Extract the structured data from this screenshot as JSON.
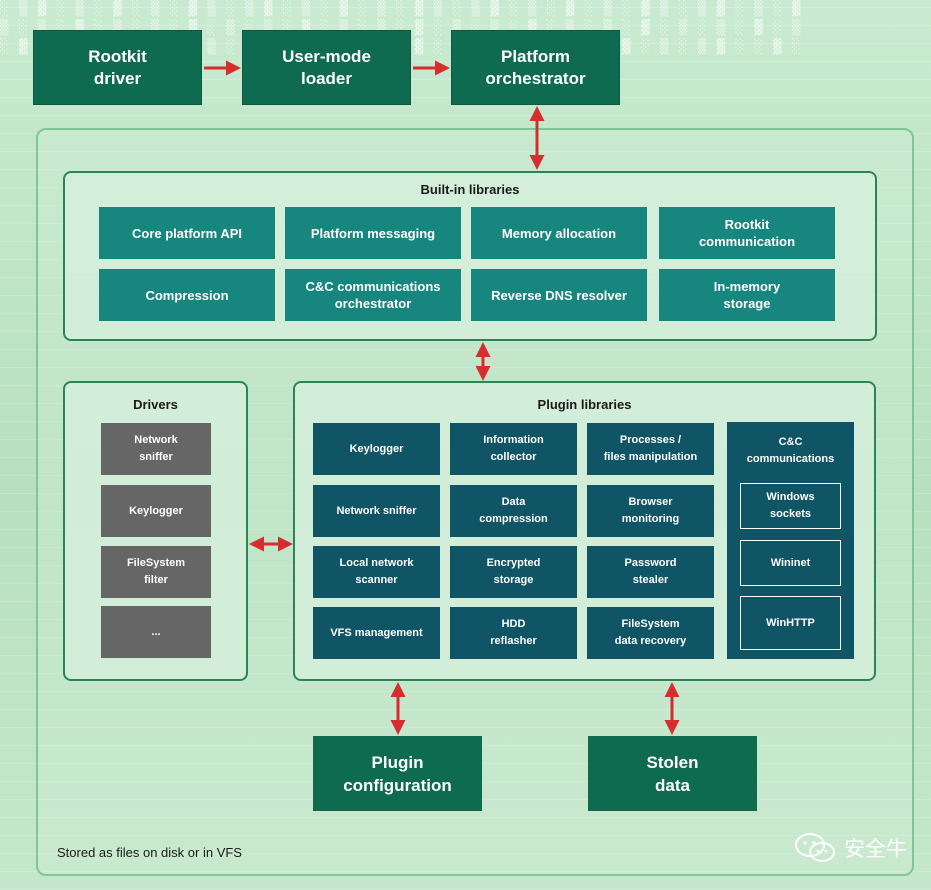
{
  "top_chain": {
    "rootkit_driver": "Rootkit\ndriver",
    "user_mode_loader": "User-mode\nloader",
    "platform_orchestrator": "Platform\norchestrator"
  },
  "builtin": {
    "title": "Built-in libraries",
    "items": [
      "Core platform API",
      "Platform messaging",
      "Memory allocation",
      "Rootkit\ncommunication",
      "Compression",
      "C&C communications\norchestrator",
      "Reverse DNS resolver",
      "In-memory\nstorage"
    ]
  },
  "drivers": {
    "title": "Drivers",
    "items": [
      "Network\nsniffer",
      "Keylogger",
      "FileSystem\nfilter",
      "..."
    ]
  },
  "plugins": {
    "title": "Plugin libraries",
    "items": [
      "Keylogger",
      "Information\ncollector",
      "Processes /\nfiles manipulation",
      "Network sniffer",
      "Data\ncompression",
      "Browser\nmonitoring",
      "Local network\nscanner",
      "Encrypted\nstorage",
      "Password\nstealer",
      "VFS management",
      "HDD\nreflasher",
      "FileSystem\ndata recovery"
    ],
    "cc": {
      "title": "C&C\ncommunications",
      "items": [
        "Windows\nsockets",
        "Wininet",
        "WinHTTP"
      ]
    }
  },
  "bottom": {
    "plugin_configuration": "Plugin\nconfiguration",
    "stolen_data": "Stolen\ndata"
  },
  "footer_note": "Stored as files on disk or in VFS",
  "watermark": "安全牛",
  "colors": {
    "top_box": "#0f6b4f",
    "builtin_box": "#17867e",
    "driver_box": "#666666",
    "plugin_box": "#0f5565",
    "arrow": "#d42e2e"
  }
}
